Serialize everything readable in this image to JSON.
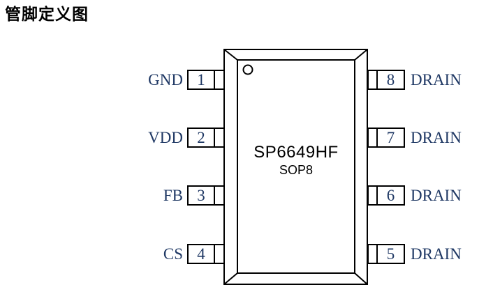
{
  "title": "管脚定义图",
  "chip": {
    "name": "SP6649HF",
    "package": "SOP8"
  },
  "pins": {
    "left": [
      {
        "number": "1",
        "name": "GND"
      },
      {
        "number": "2",
        "name": "VDD"
      },
      {
        "number": "3",
        "name": "FB"
      },
      {
        "number": "4",
        "name": "CS"
      }
    ],
    "right": [
      {
        "number": "8",
        "name": "DRAIN"
      },
      {
        "number": "7",
        "name": "DRAIN"
      },
      {
        "number": "6",
        "name": "DRAIN"
      },
      {
        "number": "5",
        "name": "DRAIN"
      }
    ]
  },
  "colors": {
    "background": "#FFFFFF",
    "outline": "#000000",
    "chip_text": "#000000",
    "pin_text": "#1F3864"
  }
}
